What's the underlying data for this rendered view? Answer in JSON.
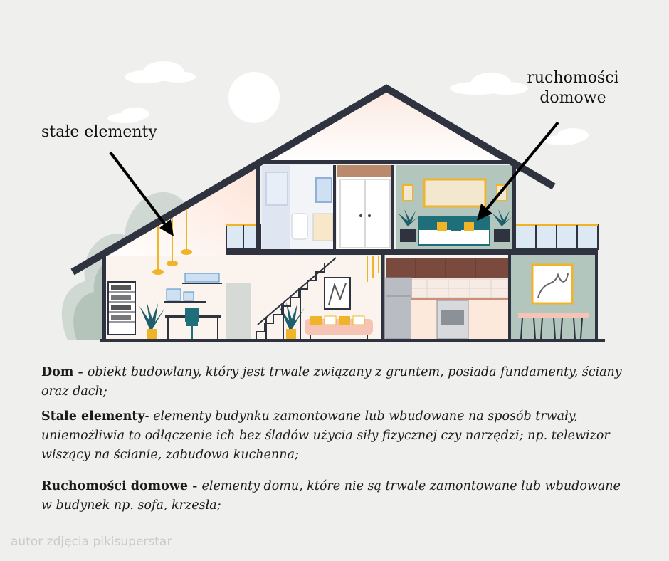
{
  "labels": {
    "fixed_elements": "stałe elementy",
    "movables_line1": "ruchomości",
    "movables_line2": "domowe"
  },
  "definitions": [
    {
      "term": "Dom",
      "sep": " - ",
      "text": "obiekt budowlany, który jest trwale związany z gruntem, posiada fundamenty, ściany oraz dach;"
    },
    {
      "term": "Stałe elementy",
      "sep": "- ",
      "text": "elementy budynku zamontowane lub wbudowane na sposób trwały, uniemożliwia to odłączenie ich bez śladów użycia siły fizycznej czy narzędzi; np. telewizor wiszący na ścianie, zabudowa kuchenna;"
    },
    {
      "term": "Ruchomości domowe",
      "sep": " - ",
      "text": "elementy domu, które nie są trwale zamontowane lub wbudowane w budynek np. sofa, krzesła;"
    }
  ],
  "credit": "autor zdjęcia pikisuperstar",
  "colors": {
    "background": "#efefed",
    "roof": "#2f3340",
    "wall_sage": "#a9b8ae",
    "accent_yellow": "#f0b429",
    "teal": "#1f6f7a"
  }
}
